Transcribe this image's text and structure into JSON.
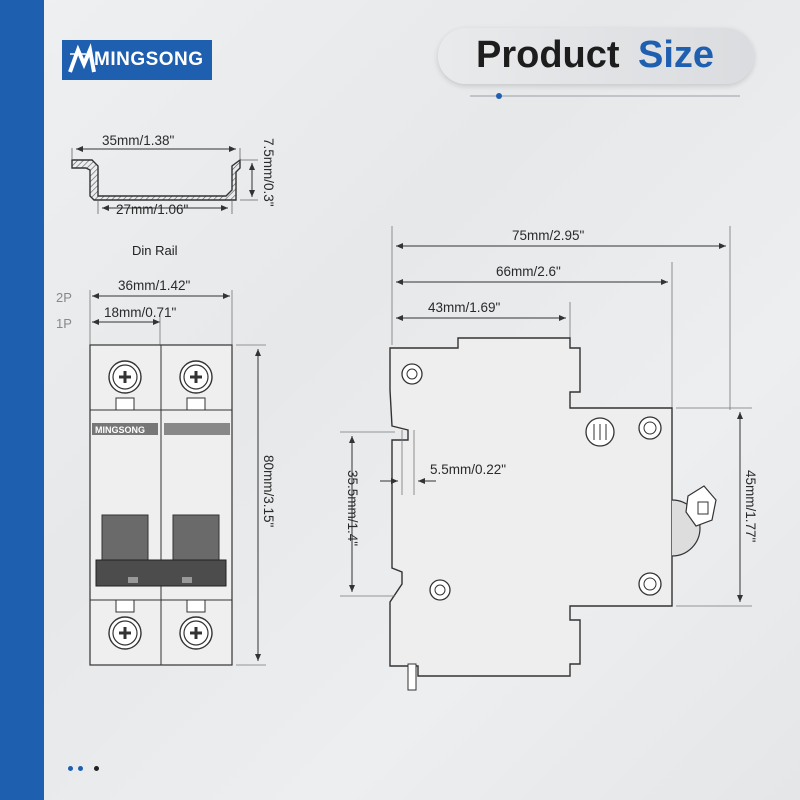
{
  "brand": {
    "name": "MINGSONG",
    "logo_color": "#1f5fb0",
    "icon": "mingsong-logo-icon"
  },
  "title": {
    "word1": "Product",
    "word2": "Size",
    "accent": "#1f5fb0"
  },
  "din_rail": {
    "caption": "Din Rail",
    "top_width": "35mm/1.38\"",
    "bottom_width": "27mm/1.06\"",
    "height": "7.5mm/0.3\""
  },
  "front_view": {
    "pole_2p": "2P",
    "pole_1p": "1P",
    "width_2p": "36mm/1.42\"",
    "width_1p": "18mm/0.71\"",
    "height": "80mm/3.15\"",
    "label": "MINGSONG"
  },
  "side_view": {
    "depth_total": "75mm/2.95\"",
    "depth_body": "66mm/2.6\"",
    "depth_front": "43mm/1.69\"",
    "slot_width": "5.5mm/0.22\"",
    "rail_height": "35.5mm/1.4\"",
    "front_height": "45mm/1.77\""
  }
}
